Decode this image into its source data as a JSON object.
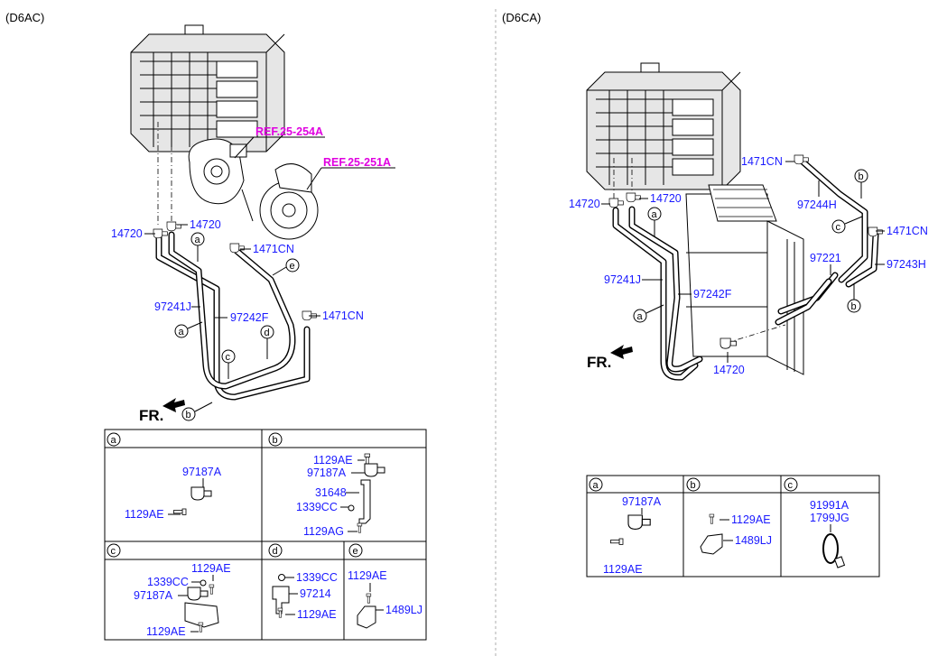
{
  "sections": {
    "left_title": "(D6AC)",
    "right_title": "(D6CA)"
  },
  "left": {
    "refs": [
      "REF.25-254A",
      "REF.25-251A"
    ],
    "labels": {
      "c14720_a": "14720",
      "c14720_b": "14720",
      "c1471cn_a": "1471CN",
      "c1471cn_b": "1471CN",
      "h97241j": "97241J",
      "h97242f": "97242F"
    },
    "callouts": [
      "a",
      "a",
      "b",
      "c",
      "d",
      "e"
    ],
    "fr": "FR."
  },
  "right": {
    "labels": {
      "c1471cn_top": "1471CN",
      "c14720_top": "14720",
      "c14720_left": "14720",
      "h97244h": "97244H",
      "c1471cn_right": "1471CN",
      "h97221": "97221",
      "h97243h": "97243H",
      "h97241j": "97241J",
      "h97242f": "97242F",
      "c14720_bottom": "14720"
    },
    "callouts": [
      "a",
      "a",
      "b",
      "b",
      "c"
    ],
    "fr": "FR."
  },
  "left_table": {
    "cells": [
      {
        "letter": "a",
        "labels": [
          "97187A",
          "1129AE"
        ]
      },
      {
        "letter": "b",
        "labels": [
          "1129AE",
          "97187A",
          "31648",
          "1339CC",
          "1129AG"
        ]
      },
      {
        "letter": "c",
        "labels": [
          "1129AE",
          "1339CC",
          "97187A",
          "1129AE"
        ]
      },
      {
        "letter": "d",
        "labels": [
          "1339CC",
          "97214",
          "1129AE"
        ]
      },
      {
        "letter": "e",
        "labels": [
          "1129AE",
          "1489LJ"
        ]
      }
    ]
  },
  "right_table": {
    "cells": [
      {
        "letter": "a",
        "labels": [
          "97187A",
          "1129AE"
        ]
      },
      {
        "letter": "b",
        "labels": [
          "1129AE",
          "1489LJ"
        ]
      },
      {
        "letter": "c",
        "labels": [
          "91991A",
          "1799JG"
        ]
      }
    ]
  },
  "colors": {
    "label": "#1a1aff",
    "ref": "#e000e0"
  }
}
